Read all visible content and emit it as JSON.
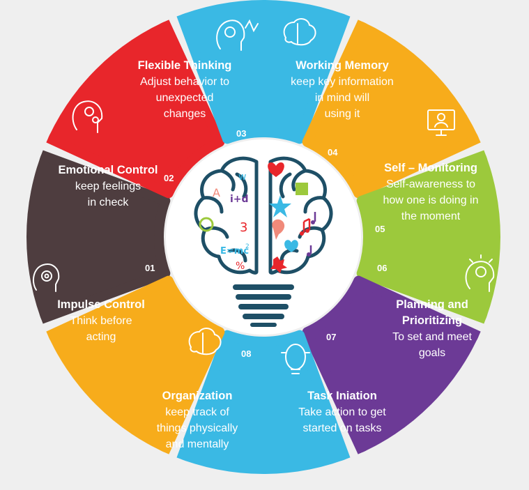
{
  "segments": [
    {
      "id": "impulse",
      "number": "01",
      "title": "Impulse Control",
      "desc": [
        "Think before",
        "acting"
      ],
      "color": "#4e3d3f",
      "icon": "gear-head-icon"
    },
    {
      "id": "emotional",
      "number": "02",
      "title": "Emotional Control",
      "desc": [
        "keep feelings",
        "in check"
      ],
      "color": "#e8262b",
      "icon": "emotion-head-icon"
    },
    {
      "id": "flexible",
      "number": "03",
      "title": "Flexible Thinking",
      "desc": [
        "Adjust behavior to",
        "unexpected",
        "changes"
      ],
      "color": "#3ab9e4",
      "icon": "idea-head-icon"
    },
    {
      "id": "working",
      "number": "04",
      "title": "Working Memory",
      "desc": [
        "keep key information",
        "in mind will",
        "using it"
      ],
      "color": "#f7ac1b",
      "icon": "brain-icon"
    },
    {
      "id": "self",
      "number": "05",
      "title": "Self – Monitoring",
      "desc": [
        "Self-awareness to",
        "how one is doing in",
        "the moment"
      ],
      "color": "#9cc93c",
      "icon": "monitor-icon"
    },
    {
      "id": "planning",
      "number": "06",
      "title": "Planning and",
      "title2": "Prioritizing",
      "desc": [
        "To set and meet",
        "goals"
      ],
      "color": "#6c3a96",
      "icon": "lightbulb-head-icon"
    },
    {
      "id": "task",
      "number": "07",
      "title": "Task Iniation",
      "desc": [
        "Take action to get",
        "started on tasks"
      ],
      "color": "#3ab9e4",
      "icon": "brain-bulb-icon"
    },
    {
      "id": "organization",
      "number": "08",
      "title": "Organization",
      "desc": [
        "keep track of",
        "things physically",
        "and mentally"
      ],
      "color": "#f7ac1b",
      "icon": "brain-icon"
    }
  ],
  "brain": {
    "letters": [
      "A",
      "w",
      "i+d",
      "3",
      "E=mc",
      "2",
      "%"
    ]
  }
}
